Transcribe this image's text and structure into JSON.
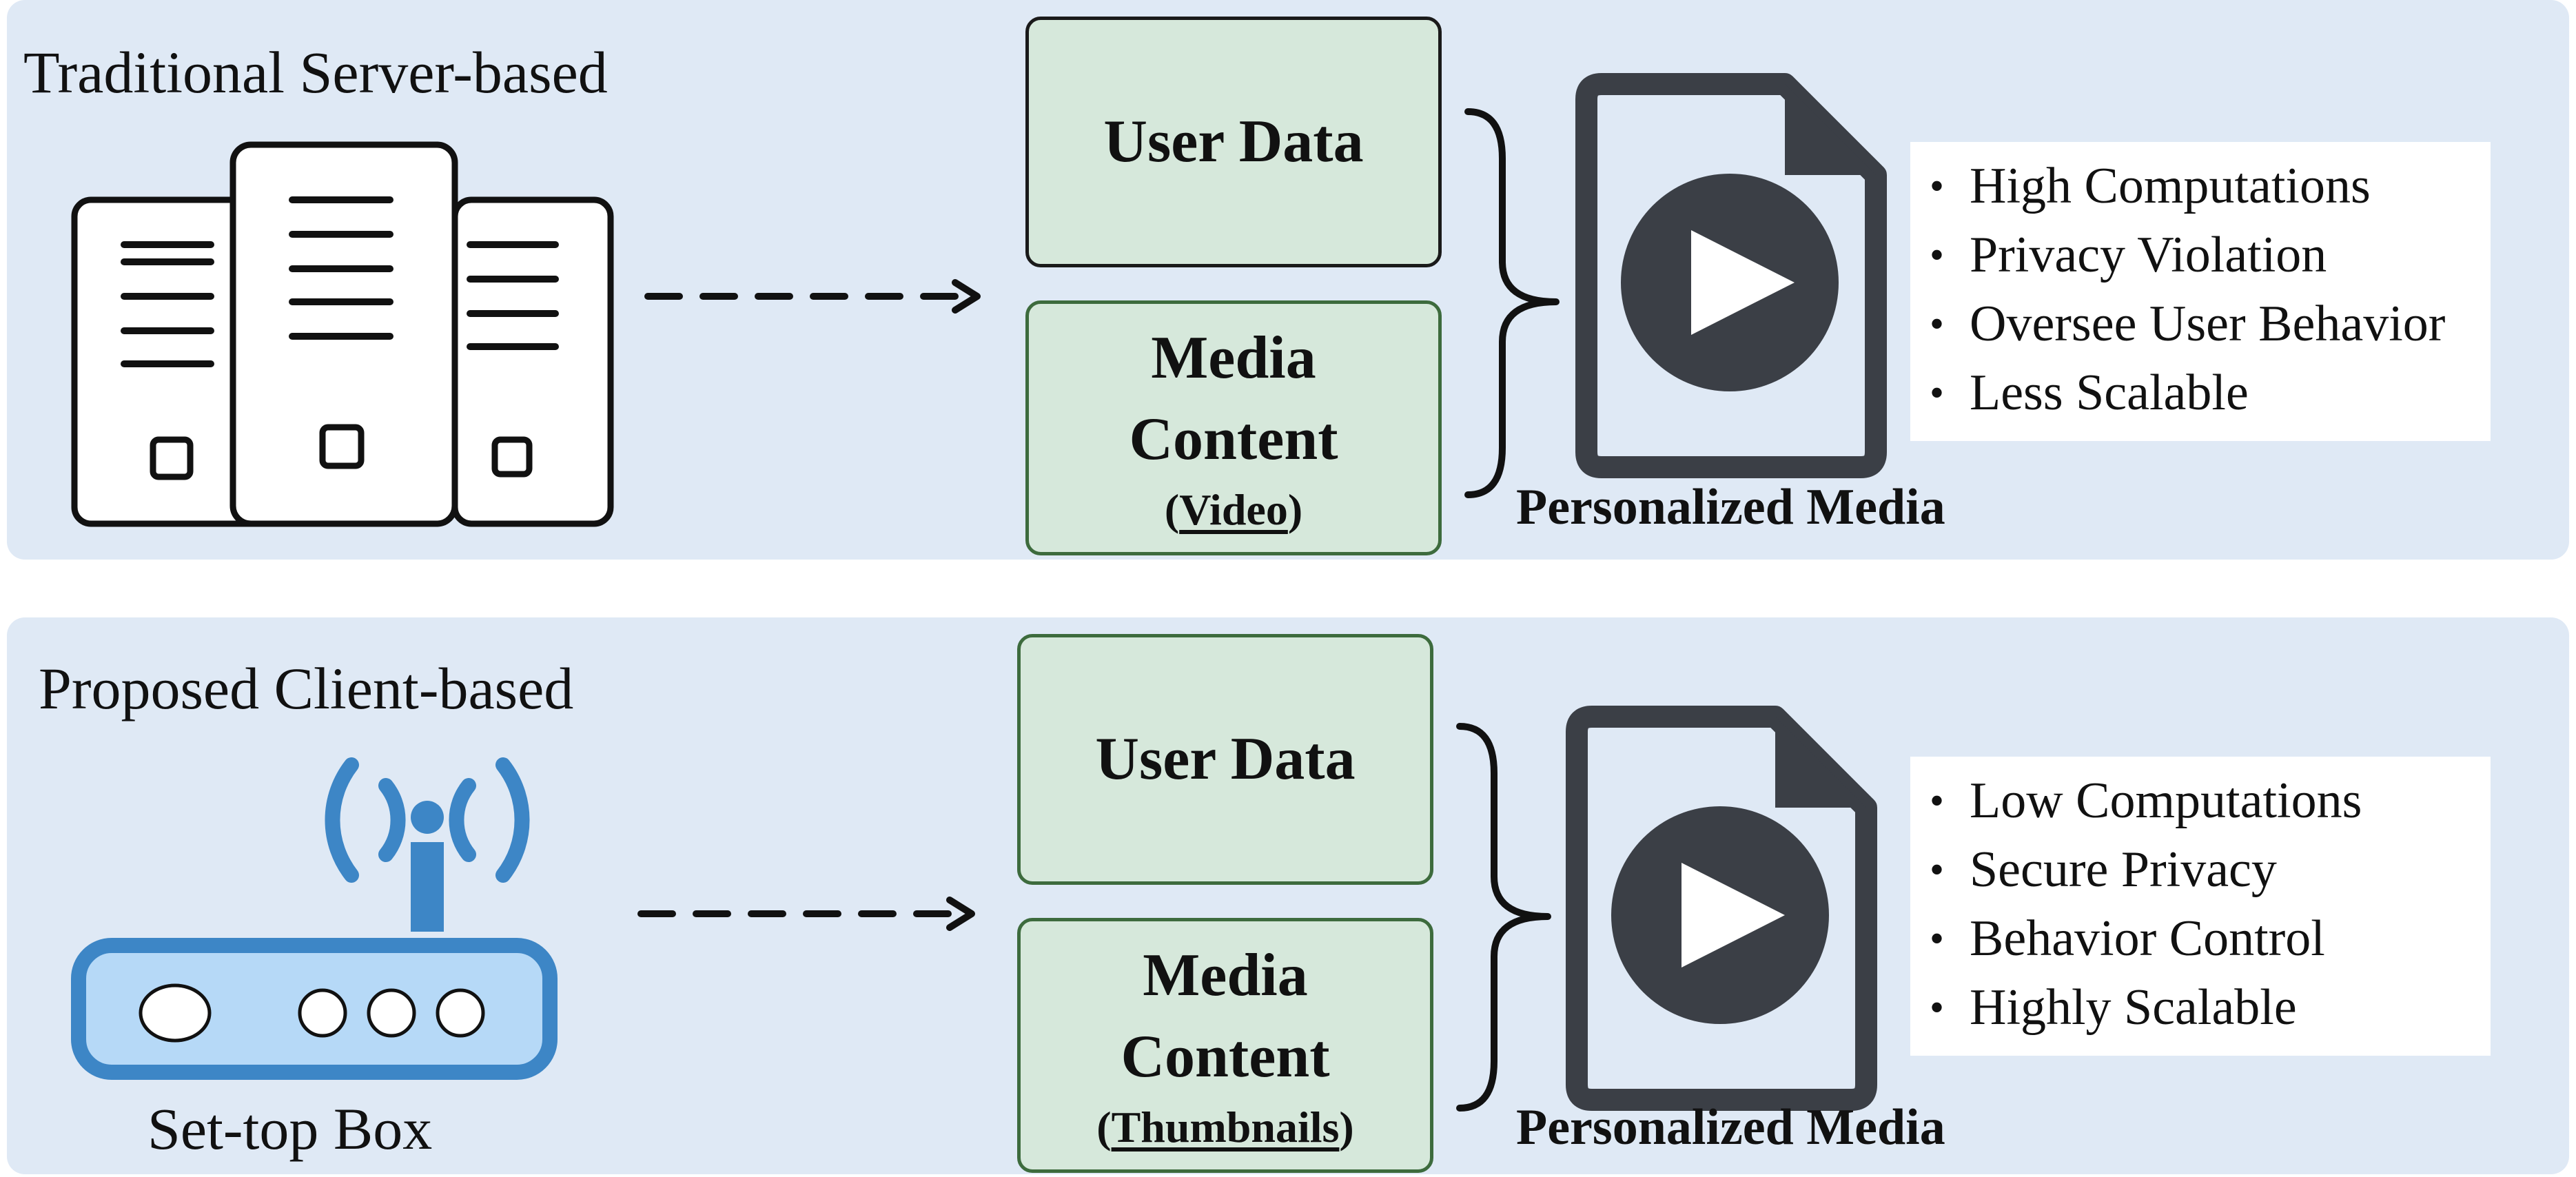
{
  "top": {
    "title": "Traditional Server-based",
    "user_data": "User Data",
    "media_line1": "Media",
    "media_line2": "Content",
    "media_paren_open": "(",
    "media_sub": "Video",
    "media_paren_close": ")",
    "caption": "Personalized Media",
    "points": [
      "High Computations",
      "Privacy Violation",
      "Oversee User Behavior",
      "Less Scalable"
    ]
  },
  "bottom": {
    "title": "Proposed Client-based",
    "device_label": "Set-top Box",
    "user_data": "User Data",
    "media_line1": "Media",
    "media_line2": "Content",
    "media_paren_open": "(",
    "media_sub": "Thumbnails",
    "media_paren_close": ")",
    "caption": "Personalized Media",
    "points": [
      "Low Computations",
      "Secure Privacy",
      "Behavior Control",
      "Highly Scalable"
    ]
  },
  "bullet": "•",
  "icons": {
    "server": "server-rack-icon",
    "settop": "set-top-box-icon",
    "media_file": "video-file-icon",
    "arrow": "dashed-arrow-icon",
    "brace": "curly-brace-icon"
  },
  "colors": {
    "panel_bg": "#dfe9f5",
    "box_fill": "#d6e8db",
    "box_border": "#3d6b3d",
    "icon_dark": "#3b3f46",
    "antenna_blue": "#3d86c6",
    "device_fill": "#b6d9f7"
  }
}
